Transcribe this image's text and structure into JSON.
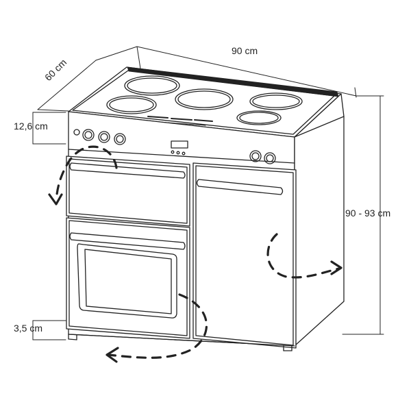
{
  "dimensions": {
    "width": "90 cm",
    "depth": "60 cm",
    "control_panel_height": "12,6 cm",
    "height": "90 - 93 cm",
    "feet_height": "3,5 cm"
  },
  "colors": {
    "line": "#222222",
    "background": "#ffffff"
  }
}
